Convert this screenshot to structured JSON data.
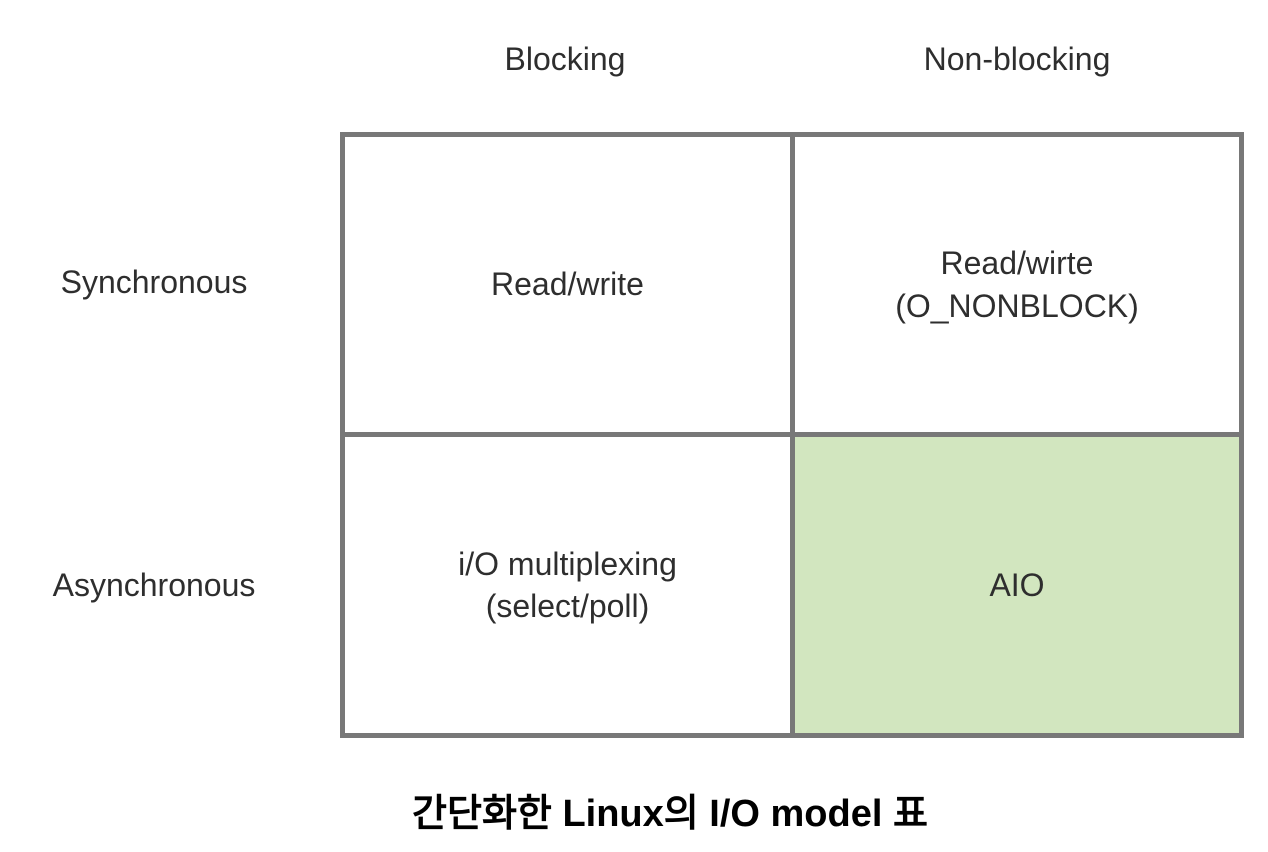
{
  "colors": {
    "highlight": "#d2e6bf",
    "border": "#787878",
    "text": "#2e2e2e"
  },
  "column_headers": {
    "blocking": "Blocking",
    "non_blocking": "Non-blocking"
  },
  "row_headers": {
    "synchronous": "Synchronous",
    "asynchronous": "Asynchronous"
  },
  "cells": {
    "sync_blocking": {
      "line1": "Read/write"
    },
    "sync_nonblocking": {
      "line1": "Read/wirte",
      "line2": "(O_NONBLOCK)"
    },
    "async_blocking": {
      "line1": "i/O multiplexing",
      "line2": "(select/poll)"
    },
    "async_nonblocking": {
      "line1": "AIO"
    }
  },
  "caption": {
    "text": "간단화한 Linux의 I/O model 표"
  }
}
